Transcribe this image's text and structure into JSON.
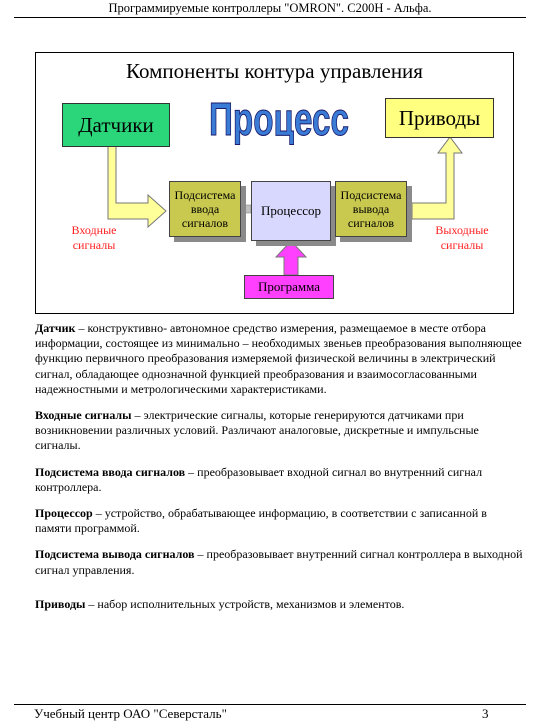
{
  "header": {
    "title": "Программируемые контроллеры \"OMRON\". С200Н - Альфа."
  },
  "diagram": {
    "title": "Компоненты контура управления",
    "process": "Процесс",
    "sensors": "Датчики",
    "drives": "Приводы",
    "input_subsystem": [
      "Подсистема",
      "ввода",
      "сигналов"
    ],
    "processor": "Процессор",
    "output_subsystem": [
      "Подсистема",
      "вывода",
      "сигналов"
    ],
    "program": "Программа",
    "input_signals": [
      "Входные",
      "сигналы"
    ],
    "output_signals": [
      "Выходные",
      "сигналы"
    ],
    "colors": {
      "sensors": "#2bd67a",
      "drives": "#ffff80",
      "subsystems": "#c9c950",
      "processor": "#d8d8ff",
      "program": "#ff40ff",
      "process_word": "#3a7bd5",
      "signal_labels": "#ff2020"
    }
  },
  "definitions": [
    {
      "term": "Датчик",
      "text": " – конструктивно- автономное средство измерения, размещаемое в месте отбора информации, состоящее из минимально – необходимых звеньев преобразования выполняющее функцию первичного преобразования измеряемой физической величины в электрический сигнал, обладающее однозначной функцией преобразования и взаимосогласованными надежностными и метрологическими характеристиками."
    },
    {
      "term": "Входные сигналы",
      "text": " – электрические сигналы, которые генерируются датчиками при возникновении различных условий. Различают аналоговые, дискретные и импульсные сигналы."
    },
    {
      "term": "Подсистема ввода сигналов",
      "text": " – преобразовывает входной сигнал во внутренний сигнал контроллера."
    },
    {
      "term": "Процессор",
      "text": " – устройство, обрабатывающее информацию, в соответствии с записанной в памяти программой."
    },
    {
      "term": "Подсистема вывода сигналов",
      "text": " – преобразовывает внутренний сигнал контроллера в выходной сигнал управления."
    },
    {
      "term": "Приводы",
      "text": " – набор исполнительных устройств, механизмов и элементов."
    }
  ],
  "footer": {
    "left": "Учебный центр ОАО \"Северсталь\"",
    "page": "3"
  }
}
